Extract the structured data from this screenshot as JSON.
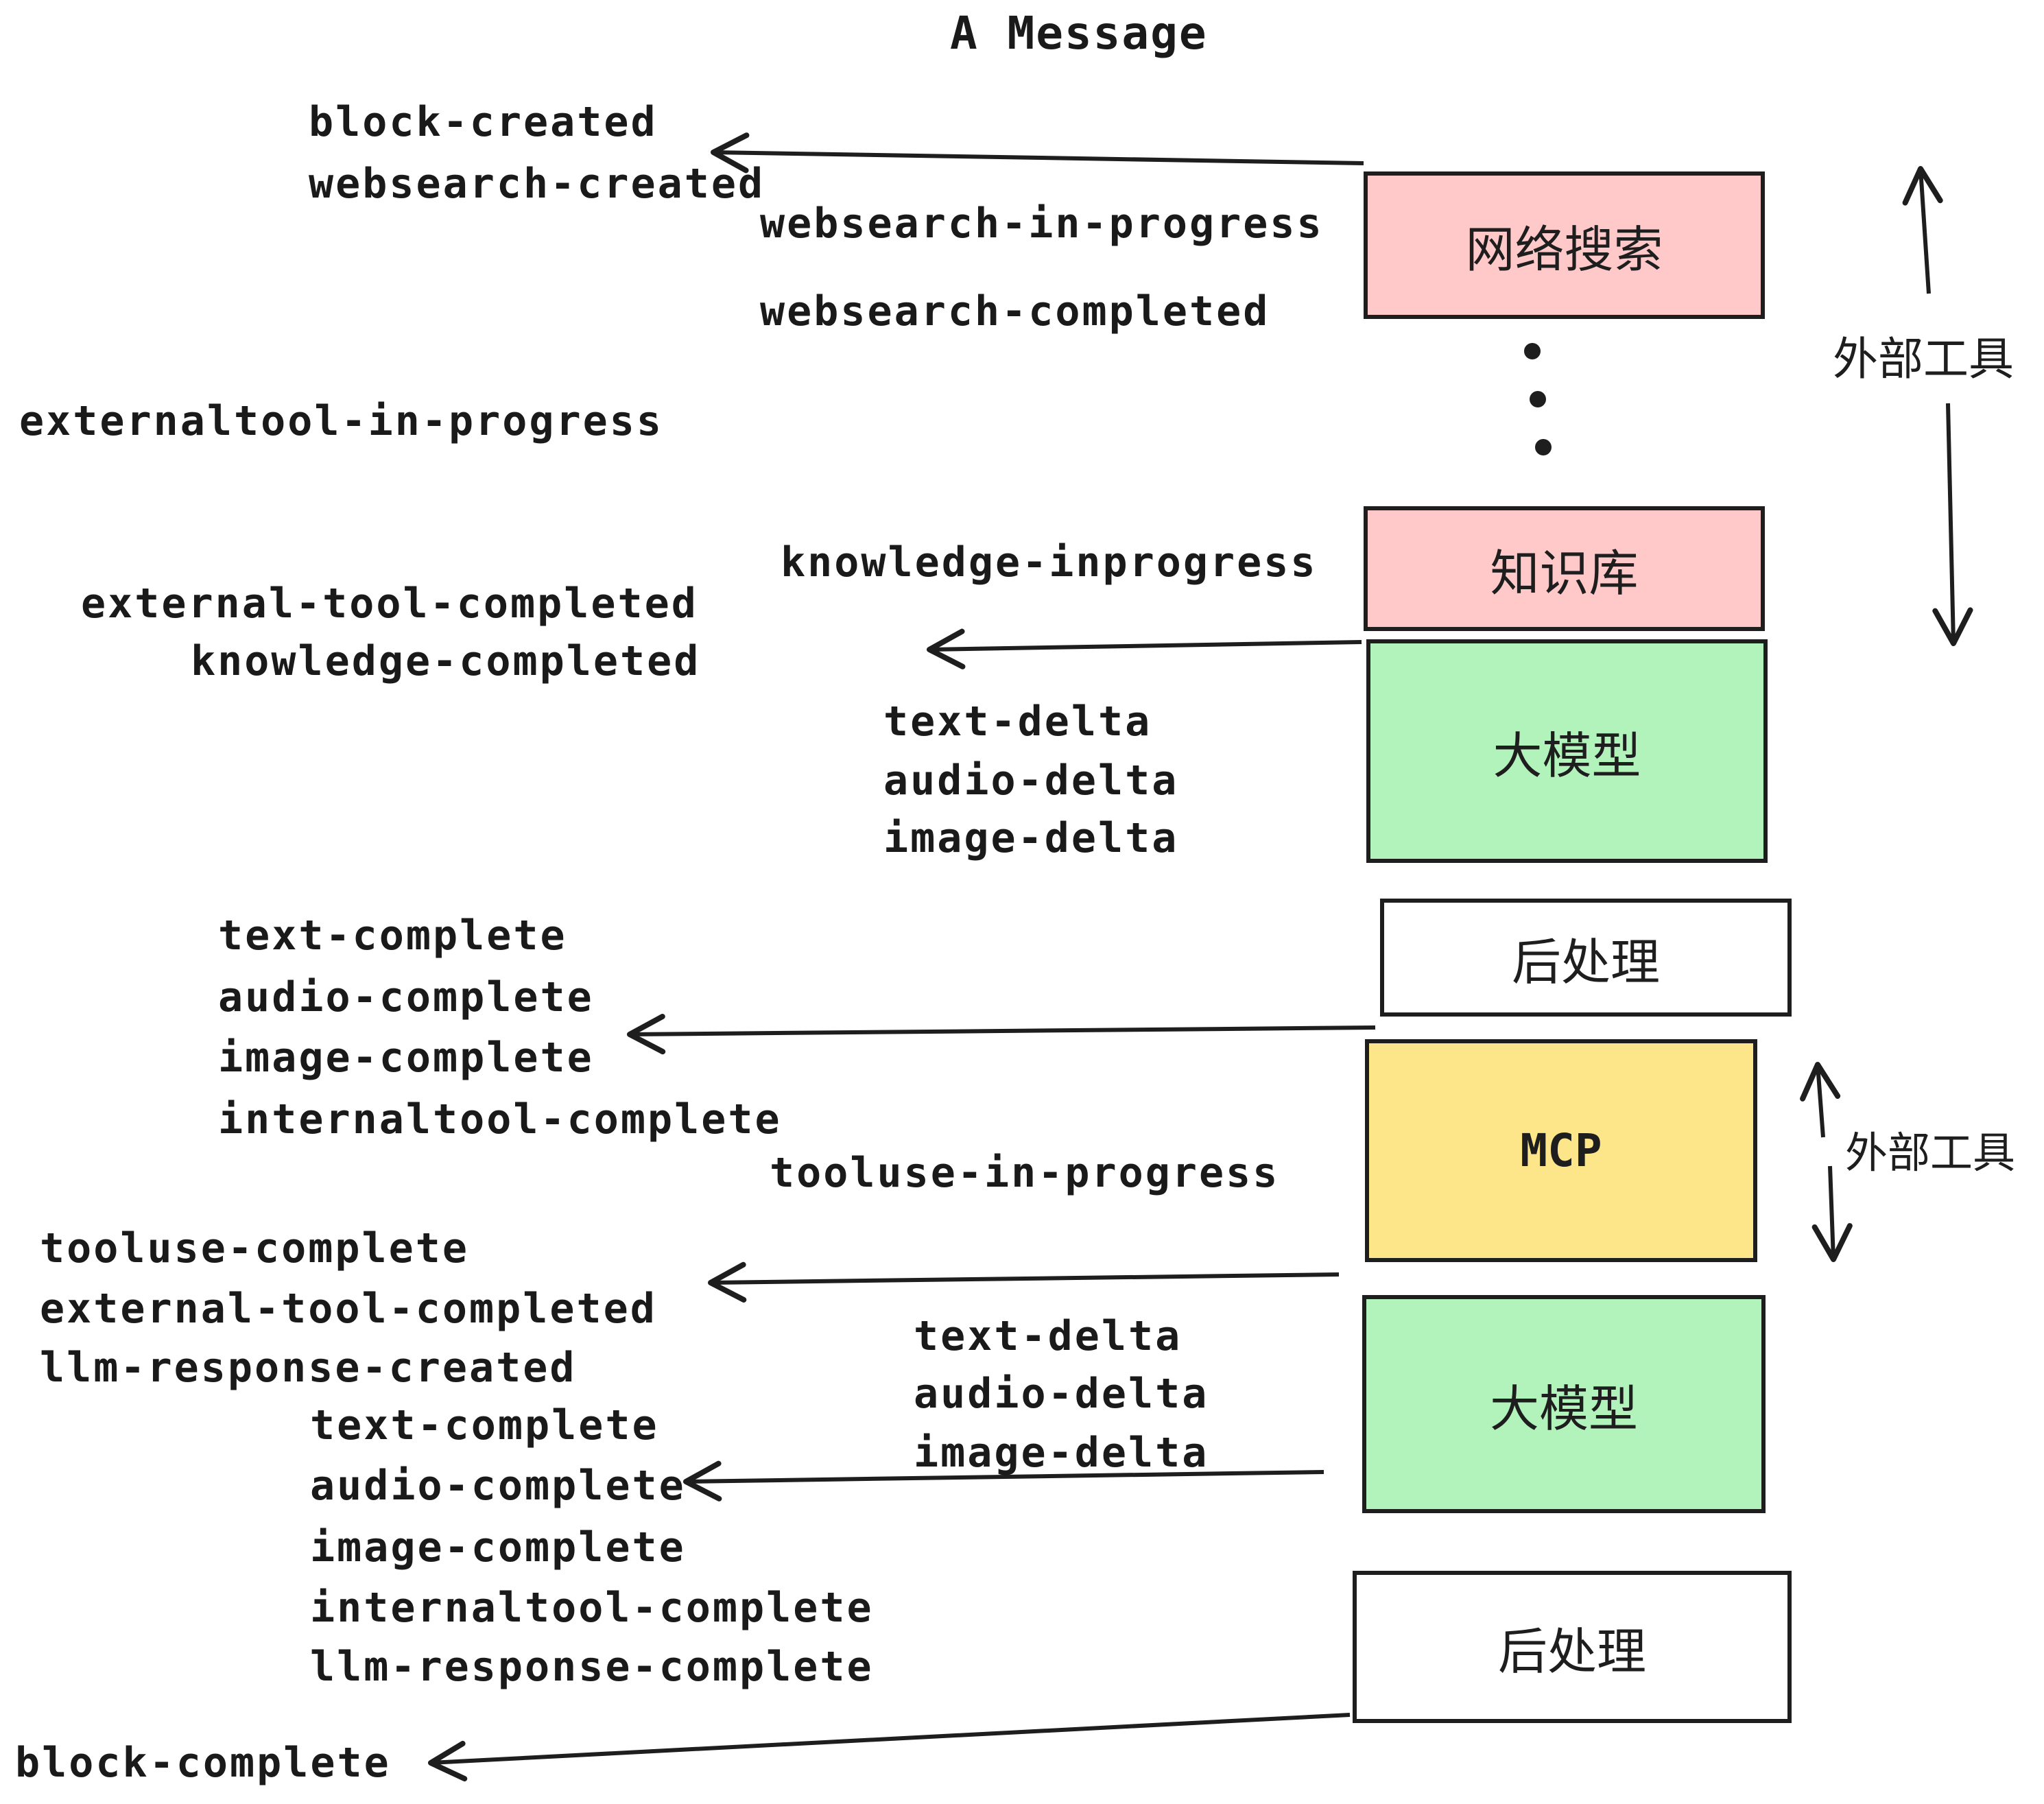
{
  "title": "A Message",
  "colors": {
    "ink": "#1e1e1e",
    "pink_fill": "#ffc9c9",
    "green_fill": "#b2f2bb",
    "yellow_fill": "#fde68a",
    "white_fill": "#ffffff"
  },
  "boxes": [
    {
      "label": "网络搜索",
      "fill": "pink"
    },
    {
      "label": "知识库",
      "fill": "pink"
    },
    {
      "label": "大模型",
      "fill": "green"
    },
    {
      "label": "后处理",
      "fill": "white"
    },
    {
      "label": "MCP",
      "fill": "yellow"
    },
    {
      "label": "大模型",
      "fill": "green"
    },
    {
      "label": "后处理",
      "fill": "white"
    }
  ],
  "side_labels": [
    {
      "label": "外部工具"
    },
    {
      "label": "外部工具"
    }
  ],
  "events": [
    {
      "text": "block-created"
    },
    {
      "text": "websearch-created"
    },
    {
      "text": "websearch-in-progress"
    },
    {
      "text": "websearch-completed"
    },
    {
      "text": "externaltool-in-progress"
    },
    {
      "text": "knowledge-inprogress"
    },
    {
      "text": "external-tool-completed"
    },
    {
      "text": "knowledge-completed"
    },
    {
      "text": "text-delta"
    },
    {
      "text": "audio-delta"
    },
    {
      "text": "image-delta"
    },
    {
      "text": "text-complete"
    },
    {
      "text": "audio-complete"
    },
    {
      "text": "image-complete"
    },
    {
      "text": "internaltool-complete"
    },
    {
      "text": "tooluse-in-progress"
    },
    {
      "text": "tooluse-complete"
    },
    {
      "text": "external-tool-completed"
    },
    {
      "text": "llm-response-created"
    },
    {
      "text": "text-complete"
    },
    {
      "text": "text-delta"
    },
    {
      "text": "audio-delta"
    },
    {
      "text": "image-delta"
    },
    {
      "text": "audio-complete"
    },
    {
      "text": "image-complete"
    },
    {
      "text": "internaltool-complete"
    },
    {
      "text": "llm-response-complete"
    },
    {
      "text": "block-complete"
    }
  ],
  "edges": [
    {
      "from": "websearch-box",
      "to": "block-created / websearch-created",
      "direction": "left"
    },
    {
      "from": "knowledge-box",
      "to": "knowledge-completed",
      "direction": "left"
    },
    {
      "from": "mcp-box-top",
      "to": "image-complete",
      "direction": "left"
    },
    {
      "from": "llm-2-box-top",
      "to": "external-tool-completed",
      "direction": "left"
    },
    {
      "from": "llm-2-box-bottom",
      "to": "audio-complete",
      "direction": "left"
    },
    {
      "from": "post-2-box",
      "to": "block-complete",
      "direction": "left-down"
    },
    {
      "from": "external-tools-1",
      "to": "up-and-down",
      "direction": "vertical-double"
    },
    {
      "from": "external-tools-2",
      "to": "up-and-down",
      "direction": "vertical-double"
    }
  ]
}
